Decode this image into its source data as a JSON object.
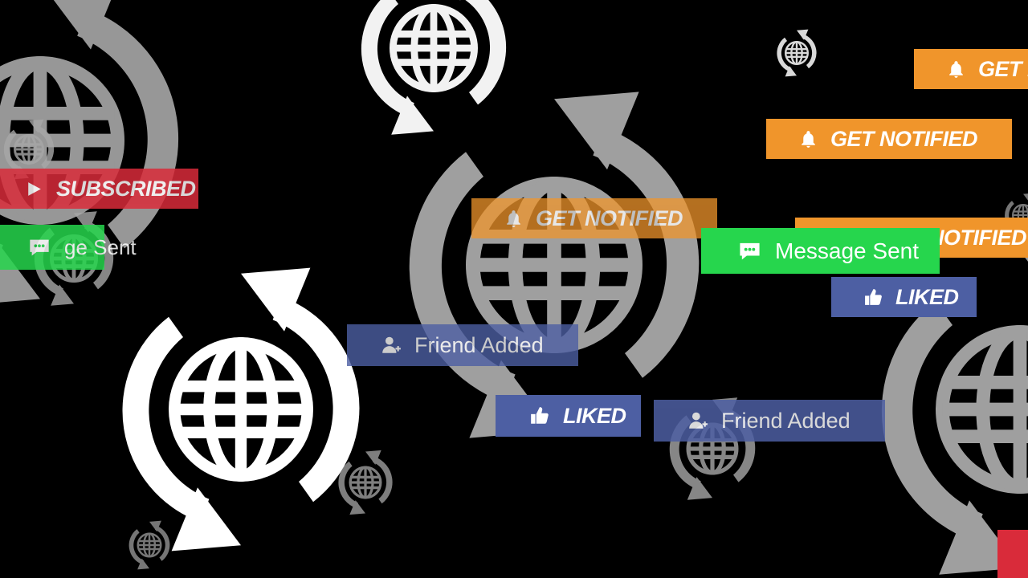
{
  "colors": {
    "background": "#000000",
    "globe_white": "#ffffff",
    "globe_gray": "#a8a8a8",
    "get_notified": "#f0952b",
    "subscribed": "#d92b3a",
    "message_sent": "#26d64d",
    "liked": "#4d5fa3",
    "friend_added": "#4d5fa3"
  },
  "globes": [
    {
      "name": "globe-sync-icon-top-left",
      "color": "globe_gray",
      "opacity": 0.9
    },
    {
      "name": "globe-sync-icon-top-center",
      "color": "globe_white",
      "opacity": 0.95
    },
    {
      "name": "globe-sync-icon-small-top-right",
      "color": "globe_white",
      "opacity": 0.85
    },
    {
      "name": "globe-sync-icon-small-left",
      "color": "globe_gray",
      "opacity": 0.8
    },
    {
      "name": "globe-sync-icon-small-left-lower",
      "color": "globe_gray",
      "opacity": 0.8
    },
    {
      "name": "globe-sync-icon-center-large",
      "color": "globe_gray",
      "opacity": 0.95
    },
    {
      "name": "globe-sync-icon-bottom-left",
      "color": "globe_white",
      "opacity": 1
    },
    {
      "name": "globe-sync-icon-right-partial",
      "color": "globe_gray",
      "opacity": 0.95
    },
    {
      "name": "globe-sync-icon-small-center-bottom",
      "color": "globe_gray",
      "opacity": 0.75
    },
    {
      "name": "globe-sync-icon-small-bottom-left",
      "color": "globe_gray",
      "opacity": 0.7
    },
    {
      "name": "globe-sync-icon-small-right",
      "color": "globe_gray",
      "opacity": 0.7
    },
    {
      "name": "globe-sync-icon-small-center-right",
      "color": "globe_gray",
      "opacity": 0.8
    }
  ],
  "badges": [
    {
      "name": "get-notified-badge-top-right",
      "icon": "bell-icon",
      "label": "GET N",
      "color": "get_notified",
      "caps": true,
      "opacity": 1
    },
    {
      "name": "get-notified-badge",
      "icon": "bell-icon",
      "label": "GET NOTIFIED",
      "color": "get_notified",
      "caps": true,
      "opacity": 1
    },
    {
      "name": "subscribed-badge",
      "icon": "play-icon",
      "label": "SUBSCRIBED",
      "color": "subscribed",
      "caps": true,
      "opacity": 0.85
    },
    {
      "name": "message-sent-badge-left",
      "icon": "chat-icon",
      "label": "ge Sent",
      "color": "message_sent",
      "caps": false,
      "opacity": 0.85
    },
    {
      "name": "get-notified-badge-center",
      "icon": "bell-icon",
      "label": "GET NOTIFIED",
      "color": "get_notified",
      "caps": true,
      "opacity": 0.75
    },
    {
      "name": "get-notified-badge-partial",
      "icon": "bell-icon",
      "label": "GET NOTIFIED",
      "color": "get_notified",
      "caps": true,
      "opacity": 1
    },
    {
      "name": "message-sent-badge",
      "icon": "chat-icon",
      "label": "Message Sent",
      "color": "message_sent",
      "caps": false,
      "opacity": 1
    },
    {
      "name": "liked-badge-right",
      "icon": "thumbs-up-icon",
      "label": "LIKED",
      "color": "liked",
      "caps": true,
      "opacity": 1
    },
    {
      "name": "friend-added-badge-center",
      "icon": "user-plus-icon",
      "label": "Friend Added",
      "color": "friend_added",
      "caps": false,
      "opacity": 0.8
    },
    {
      "name": "liked-badge-center",
      "icon": "thumbs-up-icon",
      "label": "LIKED",
      "color": "liked",
      "caps": true,
      "opacity": 1
    },
    {
      "name": "friend-added-badge-right",
      "icon": "user-plus-icon",
      "label": "Friend Added",
      "color": "friend_added",
      "caps": false,
      "opacity": 0.85
    },
    {
      "name": "red-badge-bottom-right",
      "icon": "",
      "label": "",
      "color": "subscribed",
      "caps": true,
      "opacity": 1
    }
  ]
}
